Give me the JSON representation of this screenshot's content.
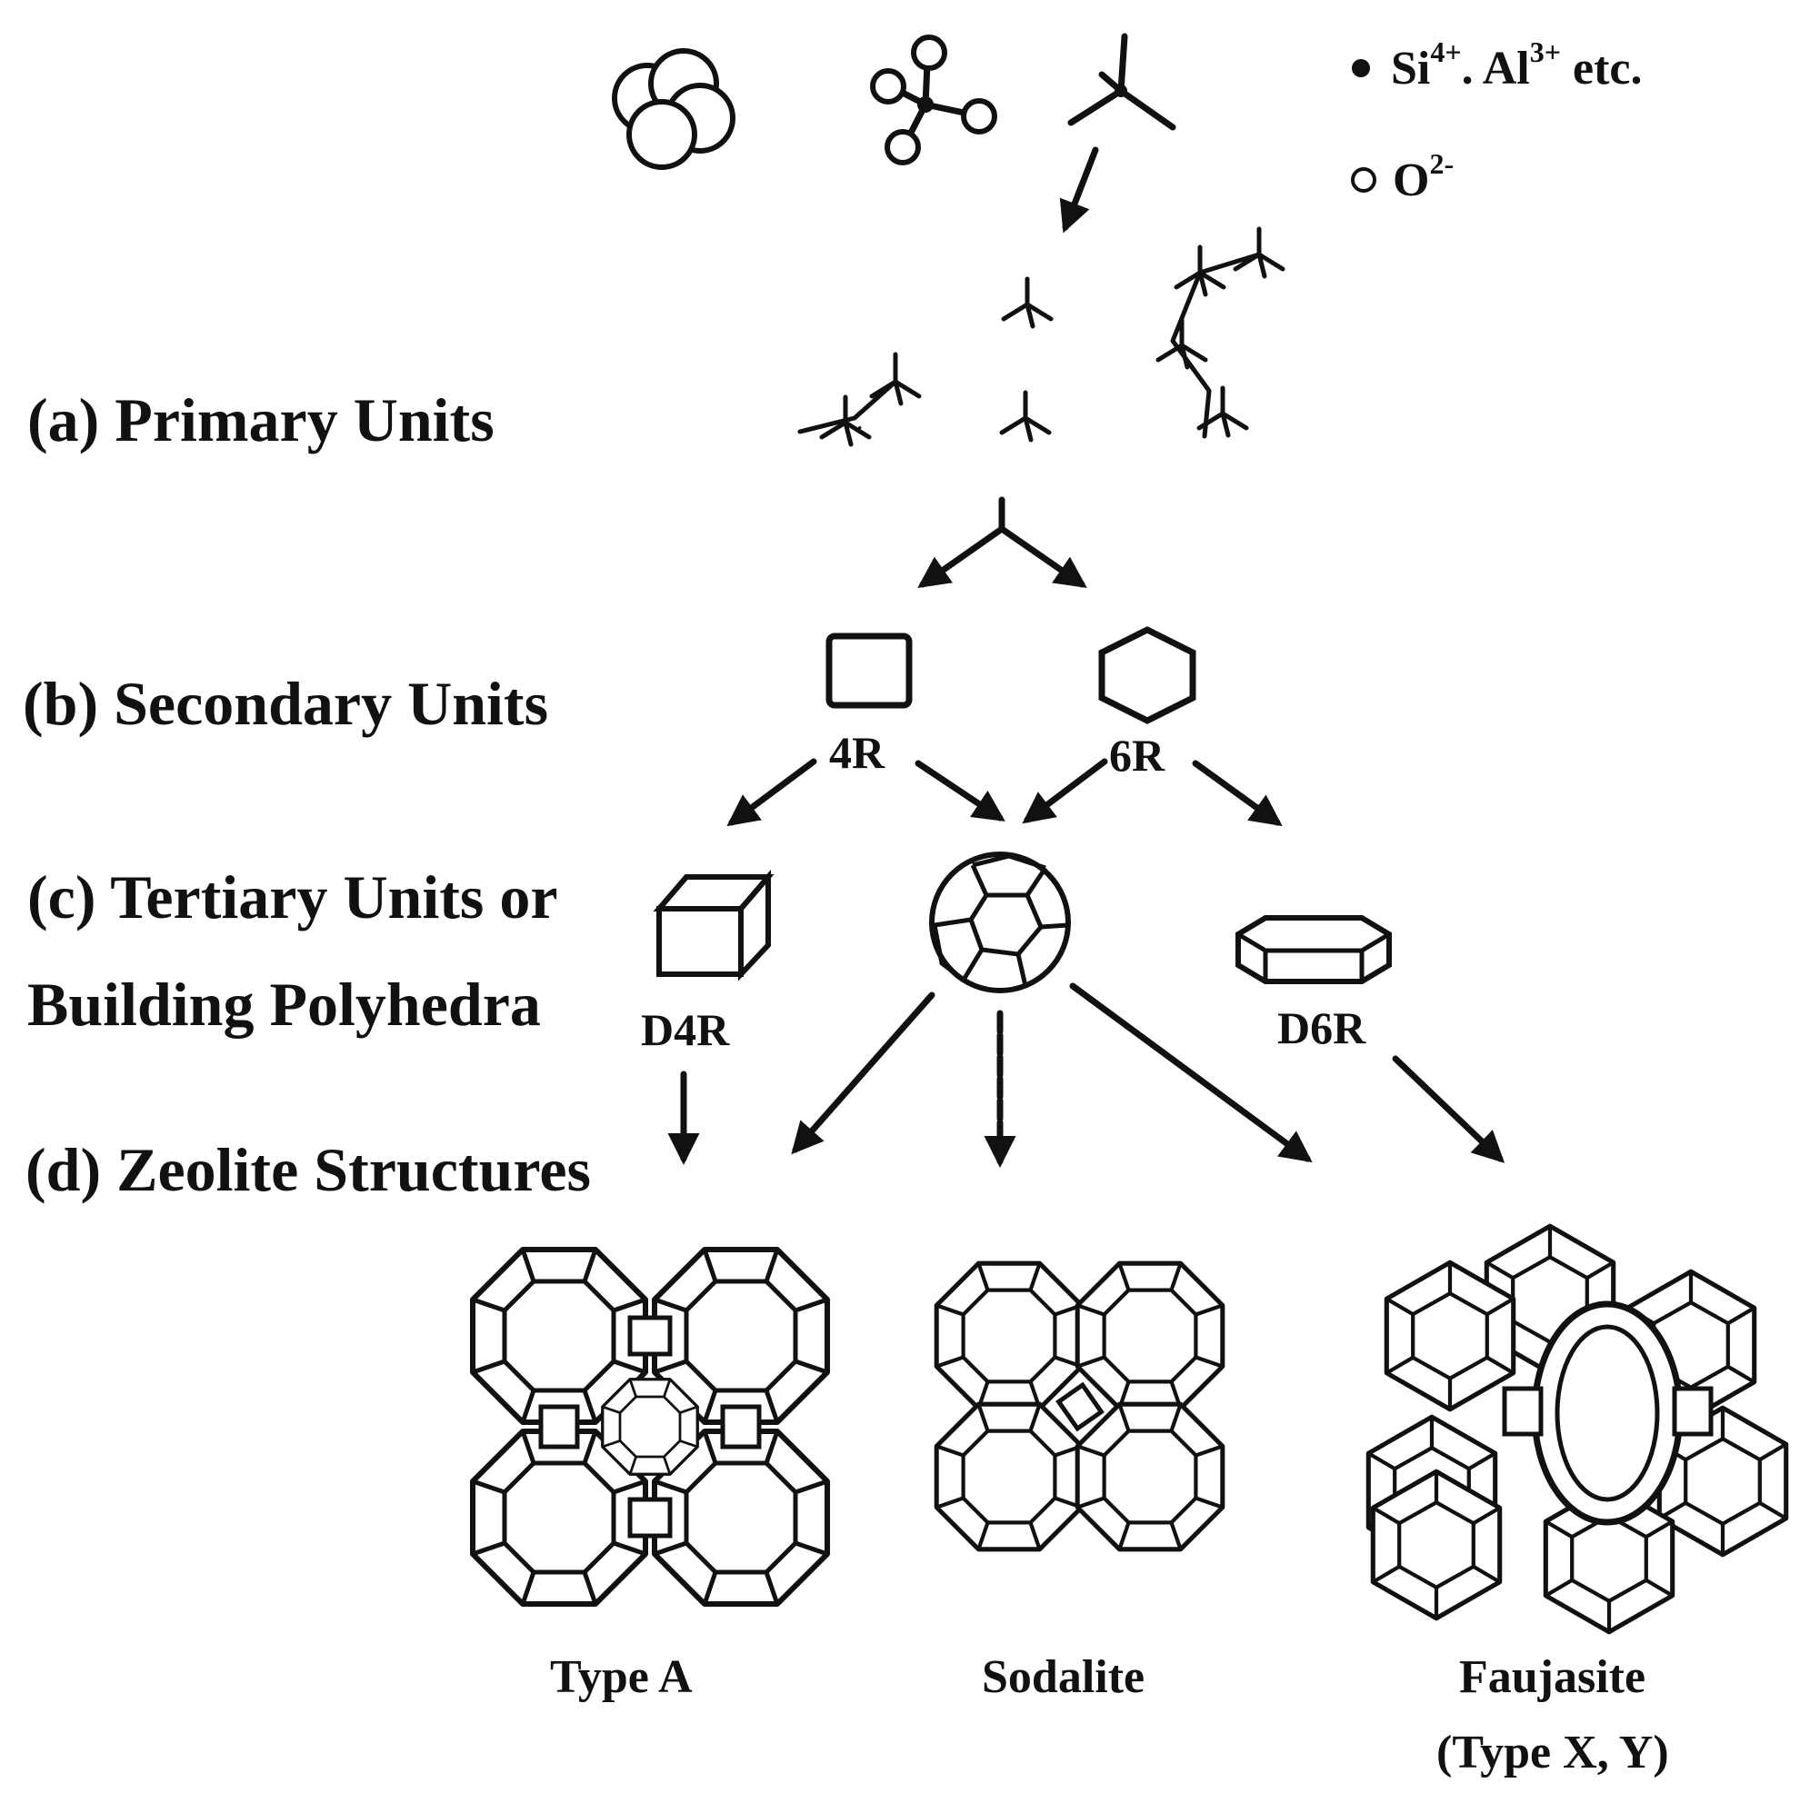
{
  "legend": {
    "cation_text": "Si",
    "cation_sup1": "4+",
    "cation_text2": ". Al",
    "cation_sup2": "3+",
    "cation_text3": " etc.",
    "oxygen_text": "O",
    "oxygen_sup": "2-"
  },
  "levels": {
    "primary": "(a) Primary Units",
    "secondary": "(b) Secondary Units",
    "tertiary_line1": "(c) Tertiary Units or",
    "tertiary_line2": "Building Polyhedra",
    "zeolite": "(d) Zeolite Structures"
  },
  "units": {
    "four_ring": "4R",
    "six_ring": "6R",
    "double_four_ring": "D4R",
    "double_six_ring": "D6R"
  },
  "structures": {
    "type_a": "Type A",
    "sodalite": "Sodalite",
    "faujasite_line1": "Faujasite",
    "faujasite_line2": "(Type X, Y)"
  }
}
